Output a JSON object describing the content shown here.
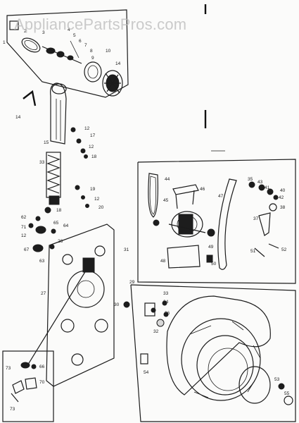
{
  "watermark": "AppliancePartsPros.com",
  "part_numbers": [
    {
      "id": "p1",
      "text": "1"
    },
    {
      "id": "p2",
      "text": "2"
    },
    {
      "id": "p3",
      "text": "3"
    },
    {
      "id": "p4",
      "text": "4"
    },
    {
      "id": "p5",
      "text": "5"
    },
    {
      "id": "p6",
      "text": "6"
    },
    {
      "id": "p7",
      "text": "7"
    },
    {
      "id": "p8",
      "text": "8"
    },
    {
      "id": "p9",
      "text": "9"
    },
    {
      "id": "p10",
      "text": "10"
    },
    {
      "id": "p14",
      "text": "14"
    },
    {
      "id": "p14b",
      "text": "14"
    },
    {
      "id": "p15",
      "text": "15"
    },
    {
      "id": "p12a",
      "text": "12"
    },
    {
      "id": "p17",
      "text": "17"
    },
    {
      "id": "p12b",
      "text": "12"
    },
    {
      "id": "p18",
      "text": "18"
    },
    {
      "id": "p33a",
      "text": "33"
    },
    {
      "id": "p19",
      "text": "19"
    },
    {
      "id": "p12c",
      "text": "12"
    },
    {
      "id": "p20",
      "text": "20"
    },
    {
      "id": "p62",
      "text": "62"
    },
    {
      "id": "p18b",
      "text": "18"
    },
    {
      "id": "p71",
      "text": "71"
    },
    {
      "id": "p12d",
      "text": "12"
    },
    {
      "id": "p65",
      "text": "65"
    },
    {
      "id": "p64",
      "text": "64"
    },
    {
      "id": "p67",
      "text": "67"
    },
    {
      "id": "p63",
      "text": "63"
    },
    {
      "id": "p26",
      "text": "26"
    },
    {
      "id": "p31",
      "text": "31"
    },
    {
      "id": "p27",
      "text": "27"
    },
    {
      "id": "p44",
      "text": "44"
    },
    {
      "id": "p46",
      "text": "46"
    },
    {
      "id": "p47",
      "text": "47"
    },
    {
      "id": "p45",
      "text": "45"
    },
    {
      "id": "p43",
      "text": "43"
    },
    {
      "id": "p41",
      "text": "41"
    },
    {
      "id": "p40",
      "text": "40"
    },
    {
      "id": "p35",
      "text": "35"
    },
    {
      "id": "p42",
      "text": "42"
    },
    {
      "id": "p38",
      "text": "38"
    },
    {
      "id": "p37",
      "text": "37"
    },
    {
      "id": "p48",
      "text": "48"
    },
    {
      "id": "p50",
      "text": "50"
    },
    {
      "id": "p51",
      "text": "51"
    },
    {
      "id": "p52",
      "text": "52"
    },
    {
      "id": "p49",
      "text": "49"
    },
    {
      "id": "p29",
      "text": "29"
    },
    {
      "id": "p33b",
      "text": "33"
    },
    {
      "id": "p34",
      "text": "34"
    },
    {
      "id": "p36",
      "text": "36"
    },
    {
      "id": "p30",
      "text": "30"
    },
    {
      "id": "p32",
      "text": "32"
    },
    {
      "id": "p54",
      "text": "54"
    },
    {
      "id": "p53",
      "text": "53"
    },
    {
      "id": "p55",
      "text": "55"
    },
    {
      "id": "p73a",
      "text": "73"
    },
    {
      "id": "p66",
      "text": "66"
    },
    {
      "id": "p70",
      "text": "70"
    },
    {
      "id": "p73b",
      "text": "73"
    }
  ]
}
